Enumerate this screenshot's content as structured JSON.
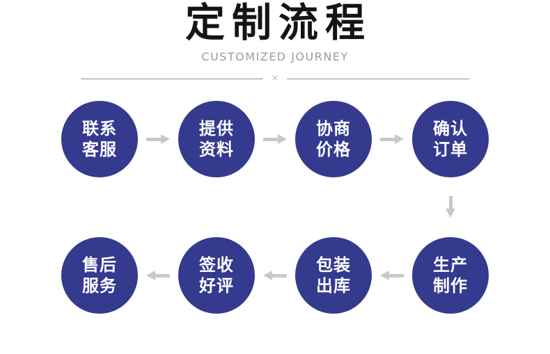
{
  "header": {
    "title": "定制流程",
    "subtitle": "CUSTOMIZED JOURNEY",
    "divider_mark": "×"
  },
  "flow": {
    "row1": [
      {
        "name": "contact-service",
        "line1": "联系",
        "line2": "客服"
      },
      {
        "name": "provide-materials",
        "line1": "提供",
        "line2": "资料"
      },
      {
        "name": "negotiate-price",
        "line1": "协商",
        "line2": "价格"
      },
      {
        "name": "confirm-order",
        "line1": "确认",
        "line2": "订单"
      }
    ],
    "row2": [
      {
        "name": "after-sales-service",
        "line1": "售后",
        "line2": "服务"
      },
      {
        "name": "sign-and-review",
        "line1": "签收",
        "line2": "好评"
      },
      {
        "name": "packing-shipping",
        "line1": "包装",
        "line2": "出库"
      },
      {
        "name": "production",
        "line1": "生产",
        "line2": "制作"
      }
    ]
  },
  "colors": {
    "circle": "#343a8e",
    "arrow": "#c9c9c9",
    "title": "#141414",
    "subtitle": "#9b9b9b",
    "divider": "#8f8f8f",
    "divider-mark": "#b7bdc4"
  }
}
